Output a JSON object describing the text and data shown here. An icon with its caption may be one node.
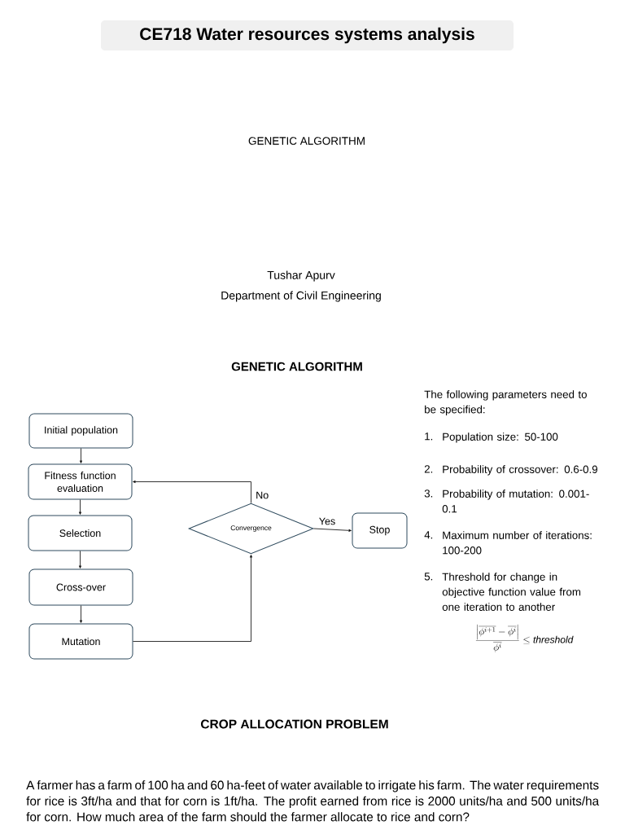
{
  "diagram": {
    "title": "CE718 Water resources systems analysis",
    "nodes": [
      {
        "text": [
          "Initial population"
        ]
      },
      {
        "text": [
          "Fitness function evaluation"
        ]
      },
      {
        "text": [
          "Selection"
        ]
      },
      {
        "text": [
          "Cross-over"
        ]
      },
      {
        "text": [
          "Mutation"
        ]
      },
      {
        "text": [
          "Convergence"
        ]
      },
      {
        "text": [
          "Stop"
        ]
      }
    ],
    "edges": [
      {
        "from": 0,
        "to": 1,
        "arrow": "to"
      },
      {
        "from": 1,
        "to": 2,
        "arrow": "to"
      },
      {
        "from": 2,
        "to": 3,
        "arrow": "to"
      },
      {
        "from": 3,
        "to": 4,
        "arrow": "to"
      },
      {
        "from": 4,
        "to": 5,
        "arrow": "to"
      },
      {
        "from": 5,
        "to": 1,
        "arrow": "to",
        "label": "No"
      },
      {
        "from": 5,
        "to": 6,
        "arrow": "to",
        "label": "Yes"
      }
    ],
    "labels": [
      "GENETIC ALGORITHM",
      "Tushar Apurv",
      "Department of Civil Engineering",
      "GENETIC ALGORITHM",
      "The following parameters need to be specified:",
      "1.",
      "Population size: 50-100",
      "2.",
      "Probability of crossover: 0.6-0.9",
      "3.",
      "Probability of mutation: 0.001-0.1",
      "4.",
      "Maximum number of iterations: 100-200",
      "5.",
      "Threshold for change in objective function value from one iteration to another",
      "\\frac{\\left|\\overline{\\phi^{i+1}}-\\overline{\\phi^{i}}\\right|}{\\overline{\\phi^{i}}}\\leq \\mathit{threshold}",
      "CROP ALLOCATION PROBLEM",
      "A farmer has a farm of 100 ha and 60 ha-feet of water available to irrigate his farm. The water requirements for rice is 3ft/ha and that for corn is 1ft/ha. The profit earned from rice is 2000 units/ha and 500 units/ha for corn. How much area of the farm should the farmer allocate to rice and corn?"
    ]
  }
}
